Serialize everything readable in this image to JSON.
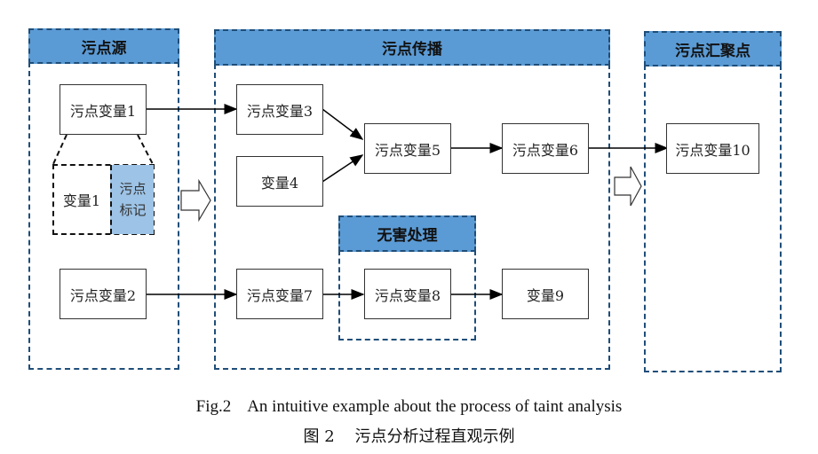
{
  "panels": {
    "source": "污点源",
    "propagation": "污点传播",
    "sanitize": "无害处理",
    "sink": "污点汇聚点"
  },
  "nodes": {
    "v1": "污点变量1",
    "var1": "变量1",
    "mark": "污点\n标记",
    "mark_l1": "污点",
    "mark_l2": "标记",
    "v2": "污点变量2",
    "v3": "污点变量3",
    "var4": "变量4",
    "v5": "污点变量5",
    "v6": "污点变量6",
    "v7": "污点变量7",
    "v8": "污点变量8",
    "var9": "变量9",
    "v10": "污点变量10"
  },
  "edges": [
    {
      "from": "v1",
      "to": "v3"
    },
    {
      "from": "v3",
      "to": "v5"
    },
    {
      "from": "var4",
      "to": "v5"
    },
    {
      "from": "v5",
      "to": "v6"
    },
    {
      "from": "v6",
      "to": "v10"
    },
    {
      "from": "v2",
      "to": "v7"
    },
    {
      "from": "v7",
      "to": "v8"
    },
    {
      "from": "v8",
      "to": "var9"
    }
  ],
  "colors": {
    "panel_border": "#1f4e79",
    "panel_header": "#5b9bd5",
    "taint_mark": "#9dc3e6"
  },
  "caption": {
    "en": "Fig.2    An intuitive example about the process of taint analysis",
    "zh": "图 2    污点分析过程直观示例"
  }
}
